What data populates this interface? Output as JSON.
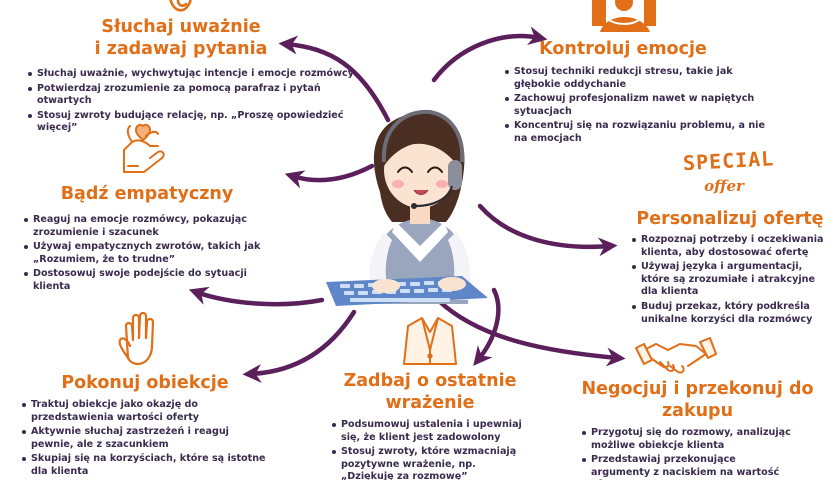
{
  "colors": {
    "heading": "#e06f18",
    "text": "#3a2a4e",
    "arrow": "#5b1f5b",
    "icon": "#e06f18"
  },
  "center_figure": {
    "icon": "call-center-agent-icon"
  },
  "sections": [
    {
      "id": "listen",
      "icon": "ear-icon",
      "title_line1": "Słuchaj uważnie",
      "title_line2": "i zadawaj pytania",
      "bullets": [
        "Słuchaj uważnie, wychwytując intencje i emocje rozmówcy",
        "Potwierdzaj zrozumienie za pomocą parafraz i pytań otwartych",
        "Stosuj zwroty budujące relację, np. „Proszę opowiedzieć więcej”"
      ]
    },
    {
      "id": "emotions",
      "icon": "meditating-person-icon",
      "title_line1": "Kontroluj emocje",
      "bullets": [
        "Stosuj techniki redukcji stresu, takie jak głębokie oddychanie",
        "Zachowuj profesjonalizm nawet w napiętych sytuacjach",
        "Koncentruj się na rozwiązaniu problemu, a nie na emocjach"
      ]
    },
    {
      "id": "empathy",
      "icon": "hands-heart-icon",
      "title_line1": "Bądź empatyczny",
      "bullets": [
        "Reaguj na emocje rozmówcy, pokazując zrozumienie i szacunek",
        "Używaj empatycznych zwrotów, takich jak „Rozumiem, że to trudne”",
        "Dostosowuj swoje podejście do sytuacji klienta"
      ]
    },
    {
      "id": "offer",
      "icon": "special-offer-icon",
      "badge_line1": "SPECIAL",
      "badge_line2": "offer",
      "title_line1": "Personalizuj ofertę",
      "bullets": [
        "Rozpoznaj potrzeby i oczekiwania klienta, aby dostosować ofertę",
        "Używaj języka i argumentacji, które są zrozumiałe i atrakcyjne dla klienta",
        "Buduj przekaz, który podkreśla unikalne korzyści dla rozmówcy"
      ]
    },
    {
      "id": "objections",
      "icon": "raised-hand-icon",
      "title_line1": "Pokonuj obiekcje",
      "bullets": [
        "Traktuj obiekcje jako okazję do przedstawienia wartości oferty",
        "Aktywnie słuchaj zastrzeżeń i reaguj pewnie, ale z szacunkiem",
        "Skupiaj się na korzyściach, które są istotne dla klienta"
      ]
    },
    {
      "id": "impression",
      "icon": "suit-jacket-icon",
      "title_line1": "Zadbaj o ostatnie",
      "title_line2": "wrażenie",
      "bullets": [
        "Podsumowuj ustalenia i upewniaj się, że klient jest zadowolony",
        "Stosuj zwroty, które wzmacniają pozytywne wrażenie, np. „Dziękuję za rozmowę”"
      ]
    },
    {
      "id": "negotiate",
      "icon": "handshake-icon",
      "title_line1": "Negocjuj i przekonuj do",
      "title_line2": "zakupu",
      "bullets": [
        "Przygotuj się do rozmowy, analizując możliwe obiekcje klienta",
        "Przedstawiaj przekonujące argumenty z naciskiem na wartość oferty"
      ]
    }
  ]
}
